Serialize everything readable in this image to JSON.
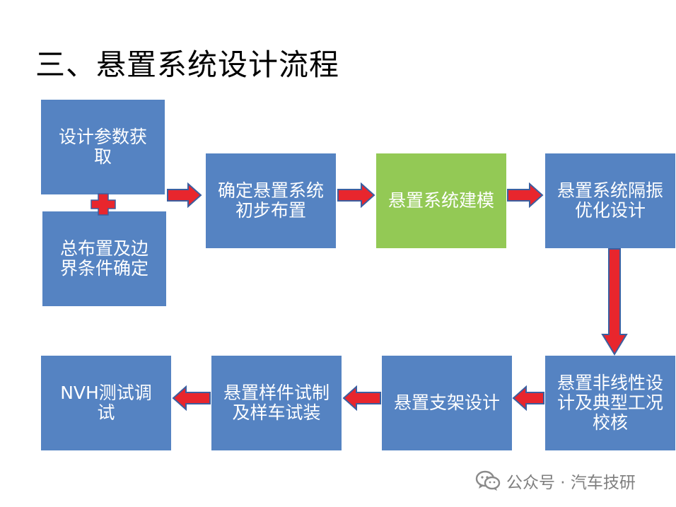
{
  "title": "三、悬置系统设计流程",
  "nodes": {
    "param": "设计参数获取",
    "layout": "总布置及边界条件确定",
    "prelim": "确定悬置系统初步布置",
    "model": "悬置系统建模",
    "optimize": "悬置系统隔振优化设计",
    "nonlinear": "悬置非线性设计及典型工况校核",
    "bracket": "悬置支架设计",
    "sample": "悬置样件试制及样车试装",
    "nvh": "NVH测试调试"
  },
  "colors": {
    "box": "#5583c2",
    "box_highlight": "#93c955",
    "arrow_fill": "#e8262d",
    "arrow_stroke": "#3b5fa0"
  },
  "watermark": {
    "text": "公众号 · 汽车技研",
    "icon": "wechat-icon"
  }
}
